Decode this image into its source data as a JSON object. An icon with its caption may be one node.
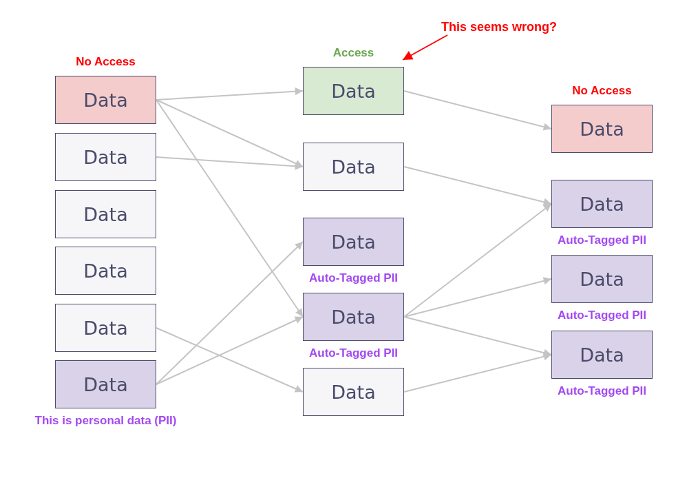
{
  "diagram": {
    "nodes": [
      {
        "text": [
          "No Access",
          "Data"
        ]
      },
      {
        "text": [
          "Data"
        ]
      },
      {
        "text": [
          "Data"
        ]
      },
      {
        "text": [
          "Data"
        ]
      },
      {
        "text": [
          "Data"
        ]
      },
      {
        "text": [
          "Data"
        ],
        "beside": [
          "This is personal data (PII)"
        ]
      },
      {
        "text": [
          "Access",
          "Data"
        ]
      },
      {
        "text": [
          "Data"
        ]
      },
      {
        "text": [
          "Data"
        ],
        "beside": [
          "Auto-Tagged PII"
        ]
      },
      {
        "text": [
          "Data"
        ],
        "beside": [
          "Auto-Tagged PII"
        ]
      },
      {
        "text": [
          "Data"
        ]
      },
      {
        "text": [
          "No Access",
          "Data"
        ]
      },
      {
        "text": [
          "Data"
        ],
        "beside": [
          "Auto-Tagged PII"
        ]
      },
      {
        "text": [
          "Data"
        ],
        "beside": [
          "Auto-Tagged PII"
        ]
      },
      {
        "text": [
          "Data"
        ],
        "beside": [
          "Auto-Tagged PII"
        ]
      },
      {
        "text": [
          "This seems wrong?"
        ]
      }
    ],
    "edges": [
      {
        "from": 0,
        "to": 6,
        "arrow": "to"
      },
      {
        "from": 0,
        "to": 7,
        "arrow": "to"
      },
      {
        "from": 0,
        "to": 9,
        "arrow": "to"
      },
      {
        "from": 1,
        "to": 7,
        "arrow": "to"
      },
      {
        "from": 4,
        "to": 10,
        "arrow": "to"
      },
      {
        "from": 5,
        "to": 8,
        "arrow": "to"
      },
      {
        "from": 5,
        "to": 9,
        "arrow": "to"
      },
      {
        "from": 6,
        "to": 11,
        "arrow": "to"
      },
      {
        "from": 7,
        "to": 12,
        "arrow": "to"
      },
      {
        "from": 9,
        "to": 12,
        "arrow": "to"
      },
      {
        "from": 9,
        "to": 13,
        "arrow": "to"
      },
      {
        "from": 9,
        "to": 14,
        "arrow": "to"
      },
      {
        "from": 10,
        "to": 14,
        "arrow": "to"
      },
      {
        "from": 15,
        "to": 6,
        "arrow": "to",
        "color": "#ff0000"
      }
    ]
  }
}
